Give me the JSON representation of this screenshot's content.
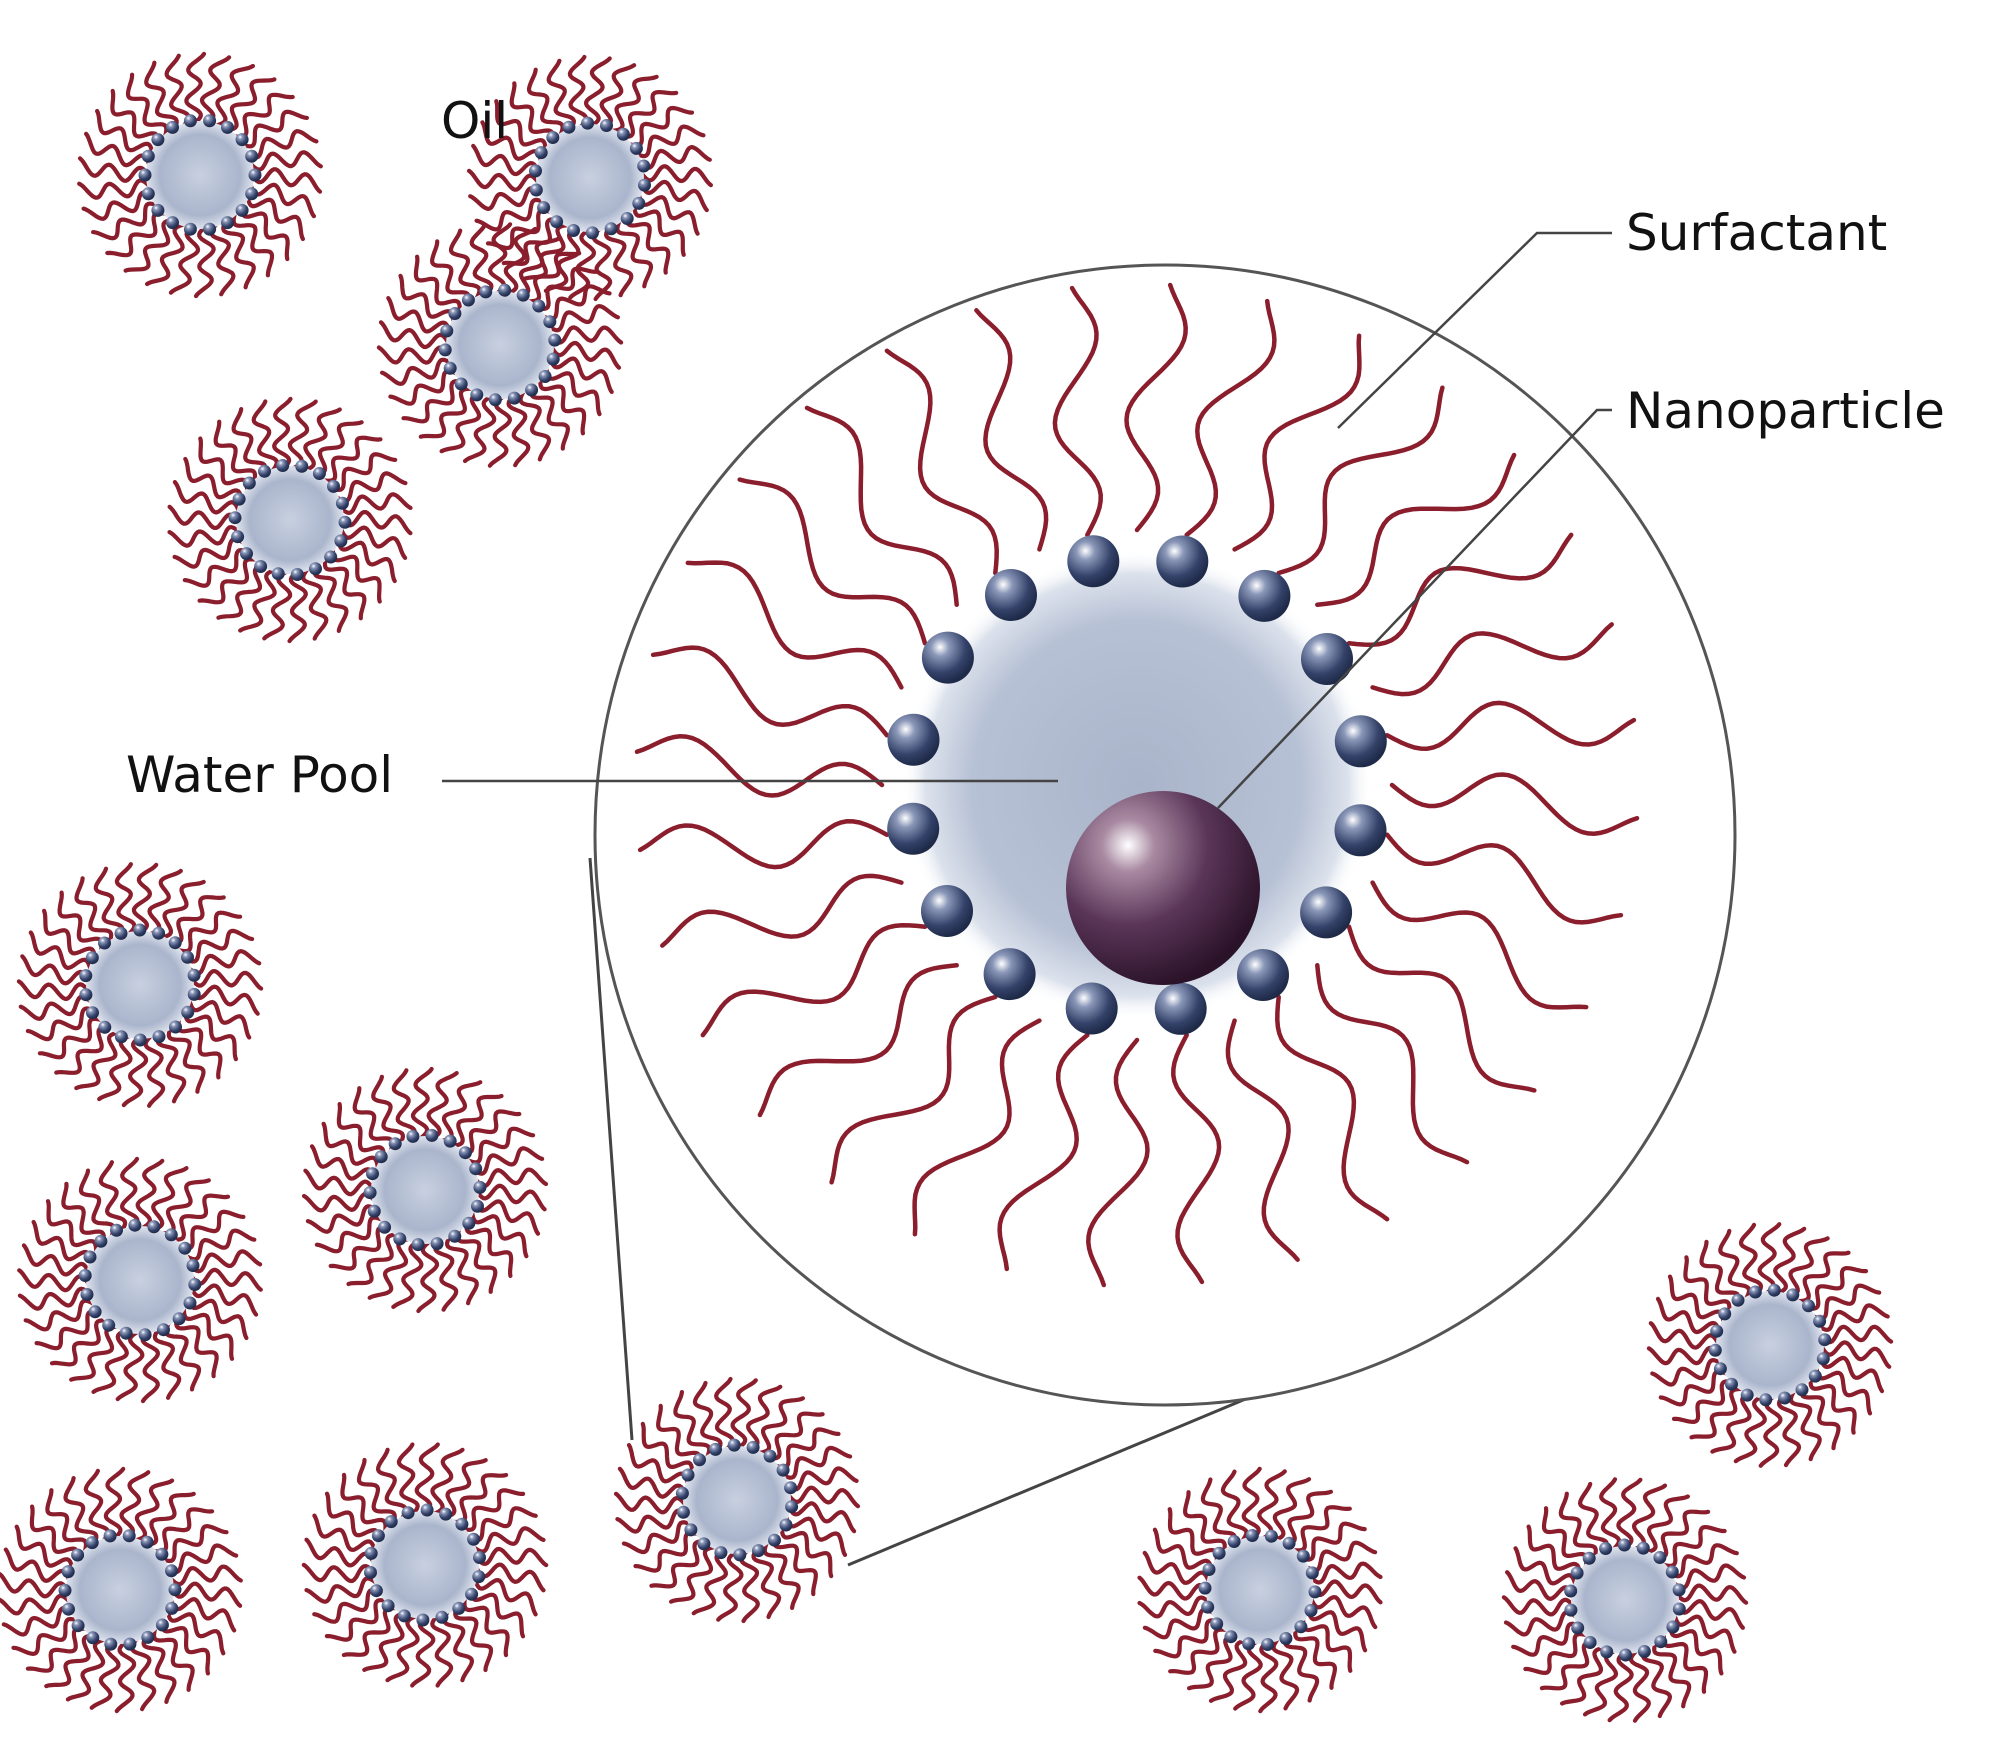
{
  "labels": {
    "oil": "Oil",
    "surfactant": "Surfactant",
    "nanoparticle": "Nanoparticle",
    "water_pool": "Water Pool"
  },
  "colors": {
    "background": "#ffffff",
    "surfactant_tail": "#8b1e2c",
    "surfactant_head": "#3a4a72",
    "water_pool": "#b9c3d6",
    "nanoparticle": "#4a2a4a",
    "leader_line": "#444444",
    "label_text": "#111111"
  },
  "diagram": {
    "small_micelle_count": 13,
    "enlarged_micelle_head_count": 16,
    "enlarged_micelle_tail_count": 32
  }
}
